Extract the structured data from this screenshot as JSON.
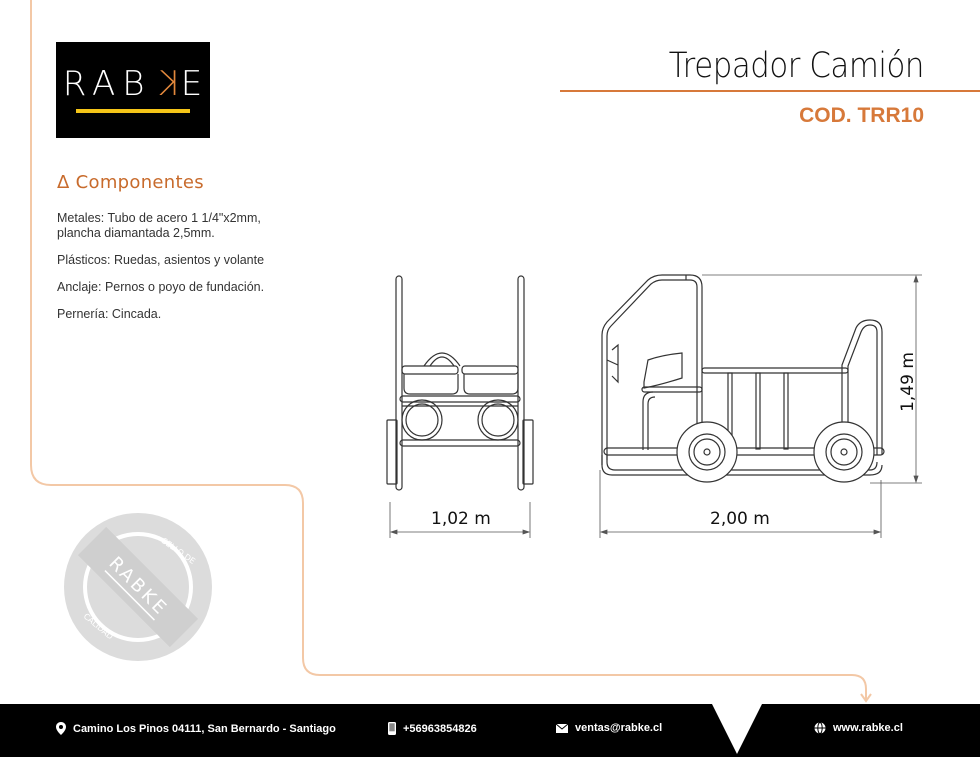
{
  "brand": {
    "logo_text_left": "RAB",
    "logo_text_k": "K",
    "logo_text_right": "E",
    "colors": {
      "background": "#000000",
      "text": "#ffffff",
      "accent_k": "#e2883c",
      "underline": "#f5c518"
    }
  },
  "header": {
    "title": "Trepador Camión",
    "code": "COD. TRR10",
    "accent_color": "#d7793a"
  },
  "components": {
    "heading": "Δ Componentes",
    "items": [
      "Metales: Tubo de acero 1 1/4\"x2mm, plancha diamantada 2,5mm.",
      "Plásticos: Ruedas, asientos y volante",
      "Anclaje: Pernos o poyo de fundación.",
      "Pernería: Cincada."
    ]
  },
  "drawings": {
    "front_view": {
      "width_label": "1,02 m"
    },
    "side_view": {
      "length_label": "2,00 m",
      "height_label": "1,49 m"
    }
  },
  "seal": {
    "top_text": "– SELLO DE –",
    "center_text": "RABKE",
    "bottom_text": "– CALIDAD –"
  },
  "footer": {
    "address": "Camino Los Pinos 04111, San Bernardo - Santiago",
    "phone": "+56963854826",
    "email": "ventas@rabke.cl",
    "website": "www.rabke.cl",
    "icons": [
      "map-pin-icon",
      "phone-icon",
      "mail-icon",
      "globe-icon"
    ]
  }
}
